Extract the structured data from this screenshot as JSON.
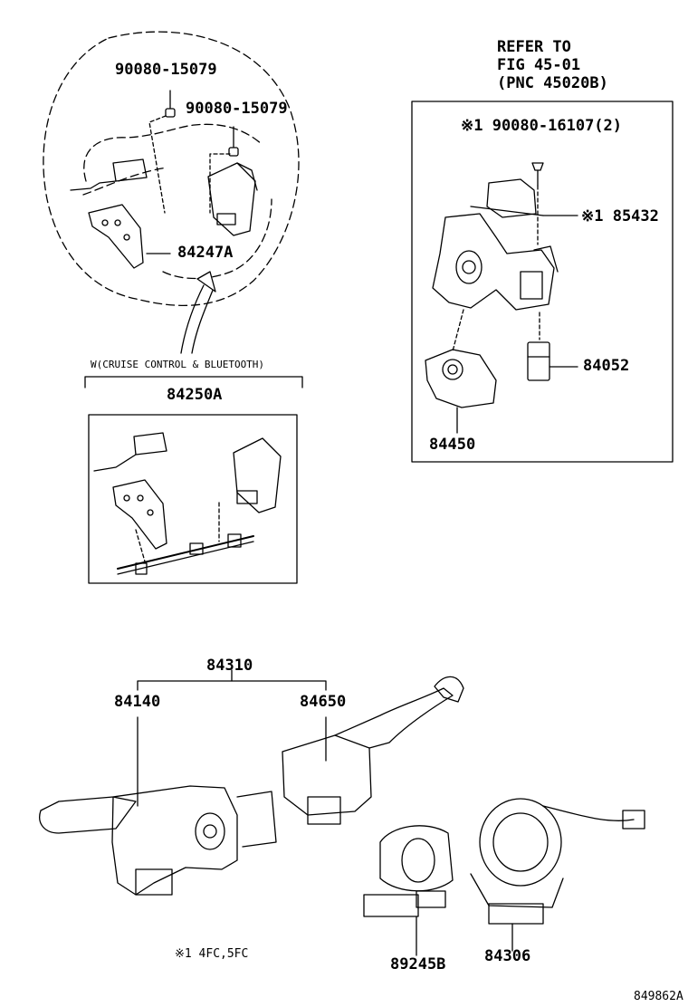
{
  "refer": {
    "line1": "REFER TO",
    "line2": "FIG 45-01",
    "line3": "(PNC 45020B)"
  },
  "parts": {
    "p90080_15079_a": "90080-15079",
    "p90080_15079_b": "90080-15079",
    "p84247A": "84247A",
    "p84250A": "84250A",
    "cruise_note": "W(CRUISE CONTROL & BLUETOOTH)",
    "p90080_16107": "※1 90080-16107(2)",
    "p85432": "※1 85432",
    "p84052": "84052",
    "p84450": "84450",
    "p84310": "84310",
    "p84140": "84140",
    "p84650": "84650",
    "p89245B": "89245B",
    "p84306": "84306"
  },
  "footnote": "※1 4FC,5FC",
  "figure_id": "849862A",
  "colors": {
    "ink": "#000000",
    "background": "#ffffff"
  }
}
